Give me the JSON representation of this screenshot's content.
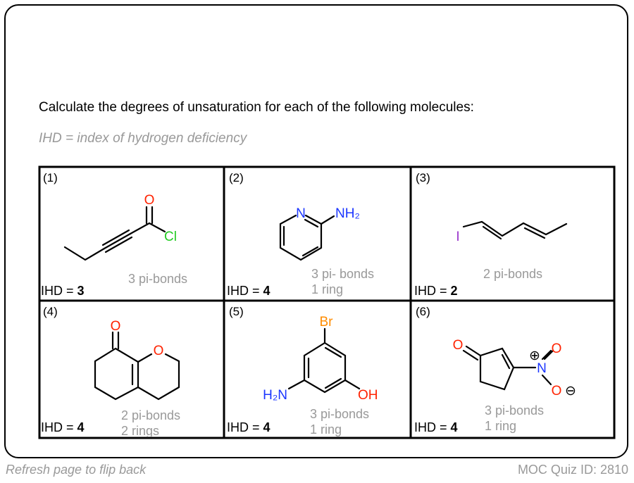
{
  "question": "Calculate the degrees of unsaturation for each of the following molecules:",
  "subtitle": "IHD = index of hydrogen deficiency",
  "footer": {
    "left": "Refresh page to flip back",
    "right": "MOC Quiz ID: 2810"
  },
  "ihd_prefix": "IHD = ",
  "colors": {
    "oxygen": "#ff2200",
    "nitrogen": "#1a35ff",
    "chlorine": "#22cc22",
    "iodine": "#9933cc",
    "bromine": "#ff8c00",
    "hint": "#999999"
  },
  "cells": [
    {
      "label": "(1)",
      "ihd": "3",
      "hints": [
        "3 pi-bonds"
      ],
      "atoms": {
        "o": "O",
        "cl": "Cl"
      }
    },
    {
      "label": "(2)",
      "ihd": "4",
      "hints": [
        "3 pi- bonds",
        "1 ring"
      ],
      "atoms": {
        "n": "N",
        "nh2": "NH₂"
      }
    },
    {
      "label": "(3)",
      "ihd": "2",
      "hints": [
        "2 pi-bonds"
      ],
      "atoms": {
        "i": "I"
      }
    },
    {
      "label": "(4)",
      "ihd": "4",
      "hints": [
        "2 pi-bonds",
        "2 rings"
      ],
      "atoms": {
        "o1": "O",
        "o2": "O"
      }
    },
    {
      "label": "(5)",
      "ihd": "4",
      "hints": [
        "3 pi-bonds",
        "1 ring"
      ],
      "atoms": {
        "br": "Br",
        "h2n": "H₂N",
        "oh": "OH"
      }
    },
    {
      "label": "(6)",
      "ihd": "4",
      "hints": [
        "3 pi-bonds",
        "1 ring"
      ],
      "atoms": {
        "o": "O",
        "n": "N",
        "o2": "O",
        "o3": "O",
        "plus": "⊕",
        "minus": "⊖"
      }
    }
  ]
}
